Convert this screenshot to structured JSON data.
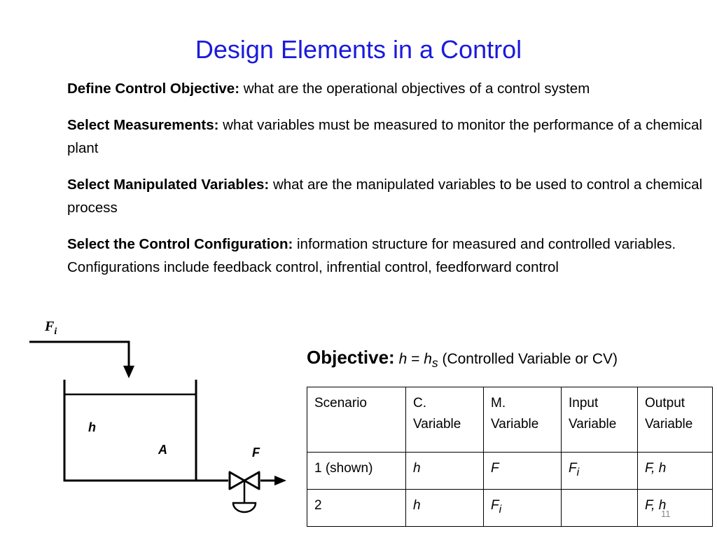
{
  "title": "Design Elements in a Control",
  "bullets": [
    {
      "lead": "Define Control Objective:",
      "text": " what are the operational objectives of a control system"
    },
    {
      "lead": "Select Measurements:",
      "text": " what variables must be measured to monitor the performance of a chemical plant"
    },
    {
      "lead": "Select Manipulated Variables:",
      "text": " what are the manipulated variables to be used to control a chemical process"
    },
    {
      "lead": "Select the Control Configuration:",
      "text": "  information structure for measured and controlled variables. Configurations include feedback control, infrential control, feedforward control"
    }
  ],
  "diagram": {
    "inflow_label": "F",
    "inflow_sub": "i",
    "level_label": "h",
    "area_label": "A",
    "outflow_label": "F"
  },
  "objective": {
    "lead": "Objective:",
    "h": "h",
    "equals": " = ",
    "hs": "h",
    "hs_sub": "s",
    "rest": " (Controlled Variable or CV)"
  },
  "table": {
    "headers": [
      "Scenario",
      "C. Variable",
      "M. Variable",
      "Input Variable",
      "Output Variable"
    ],
    "rows": [
      {
        "scenario": "1 (shown)",
        "cv": "h",
        "mv": "F",
        "input": "F",
        "input_sub": "i",
        "output": "F, h"
      },
      {
        "scenario": "2",
        "cv": "h",
        "mv": "F",
        "mv_sub": "i",
        "input": "",
        "output": "F, h"
      }
    ]
  },
  "page_number": "11"
}
